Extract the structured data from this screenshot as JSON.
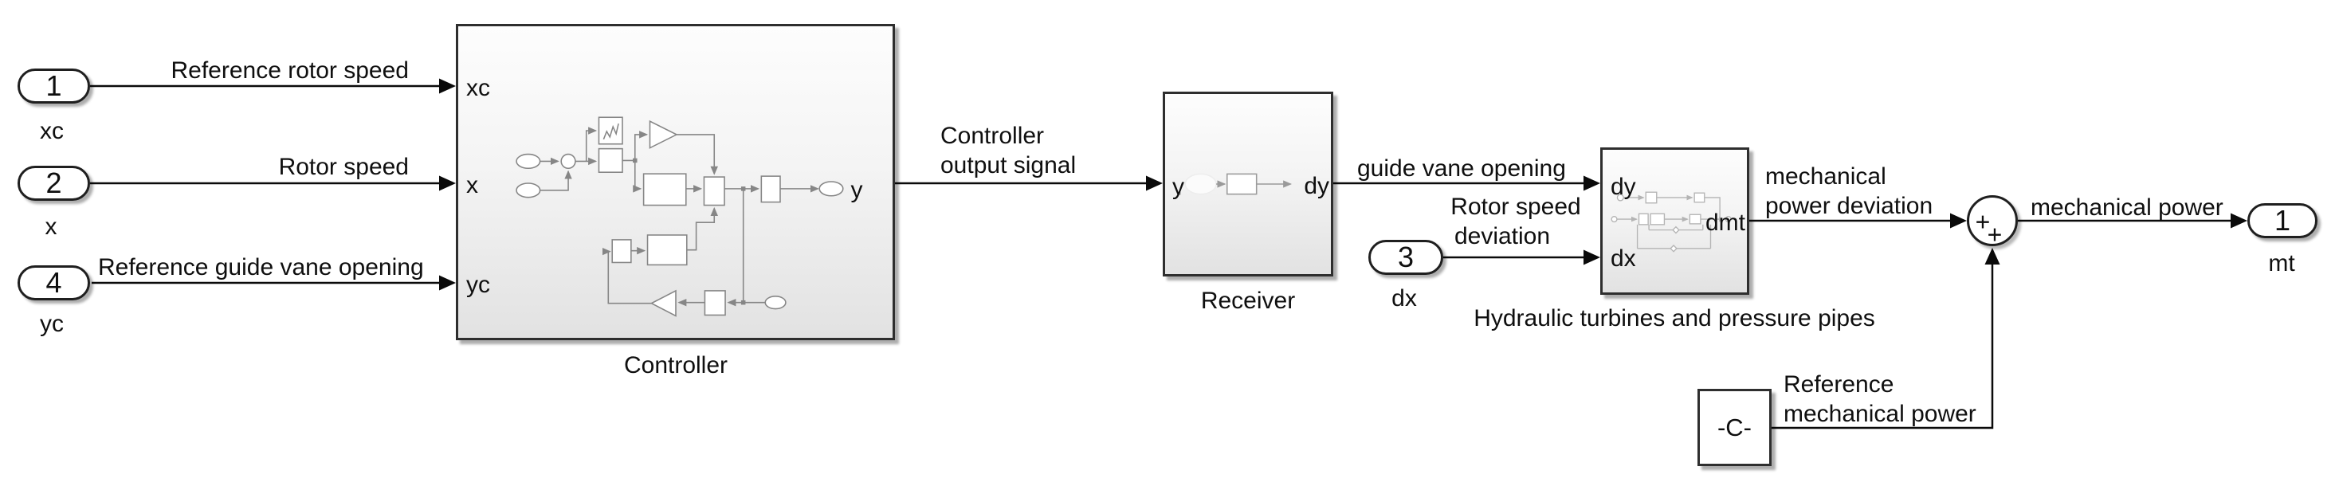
{
  "colors": {
    "wire": "#0a0a0a",
    "block_border": "#2e2e2e",
    "block_fill_top": "#fdfdfd",
    "block_fill_bottom": "#e2e2e2",
    "text": "#0f0f0f"
  },
  "inports": [
    {
      "num": "1",
      "name": "xc",
      "signal": "Reference rotor speed"
    },
    {
      "num": "2",
      "name": "x",
      "signal": "Rotor speed"
    },
    {
      "num": "4",
      "name": "yc",
      "signal": "Reference guide vane opening"
    },
    {
      "num": "3",
      "name": "dx",
      "signal_line1": "Rotor speed",
      "signal_line2": "deviation"
    }
  ],
  "outport": {
    "num": "1",
    "name": "mt"
  },
  "controller": {
    "title": "Controller",
    "port_in1": "xc",
    "port_in2": "x",
    "port_in3": "yc",
    "port_out": "y",
    "output_signal_line1": "Controller",
    "output_signal_line2": "output signal"
  },
  "receiver": {
    "title": "Receiver",
    "port_in": "y",
    "port_out": "dy",
    "output_signal": "guide vane opening"
  },
  "hydraulic": {
    "title": "Hydraulic turbines and pressure pipes",
    "port_in1": "dy",
    "port_in2": "dx",
    "port_out": "dmt",
    "output_signal_line1": "mechanical",
    "output_signal_line2": "power deviation"
  },
  "sum": {
    "sign_left": "+",
    "sign_bottom": "+",
    "output_signal": "mechanical power"
  },
  "constant": {
    "value": "-C-",
    "label_line1": "Reference",
    "label_line2": "mechanical power"
  }
}
